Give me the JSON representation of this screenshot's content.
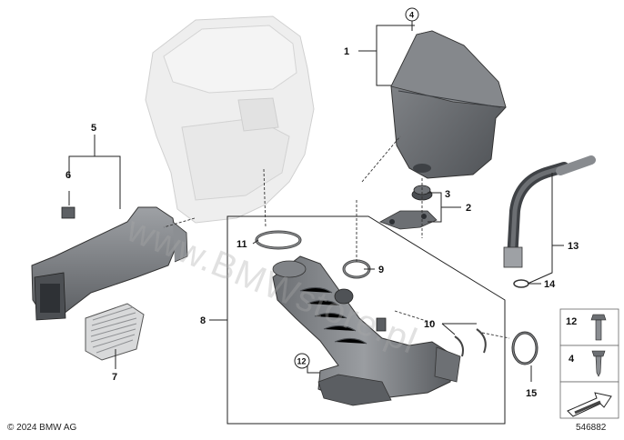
{
  "callouts": {
    "c1": "1",
    "c2": "2",
    "c3": "3",
    "c4_top": "4",
    "c5": "5",
    "c6": "6",
    "c7": "7",
    "c8": "8",
    "c9": "9",
    "c10": "10",
    "c11": "11",
    "c12_circle": "12",
    "c13": "13",
    "c14": "14",
    "c15": "15",
    "c12_legend": "12",
    "c4_legend": "4"
  },
  "footer": {
    "copyright": "© 2024 BMW AG",
    "doc_number": "546882"
  },
  "watermark": "www.BMWstore.pl",
  "colors": {
    "part_dark": "#5a5d61",
    "part_mid": "#7b7e82",
    "part_light": "#a9acb0",
    "ghost": "#e6e6e6",
    "line": "#222222"
  }
}
